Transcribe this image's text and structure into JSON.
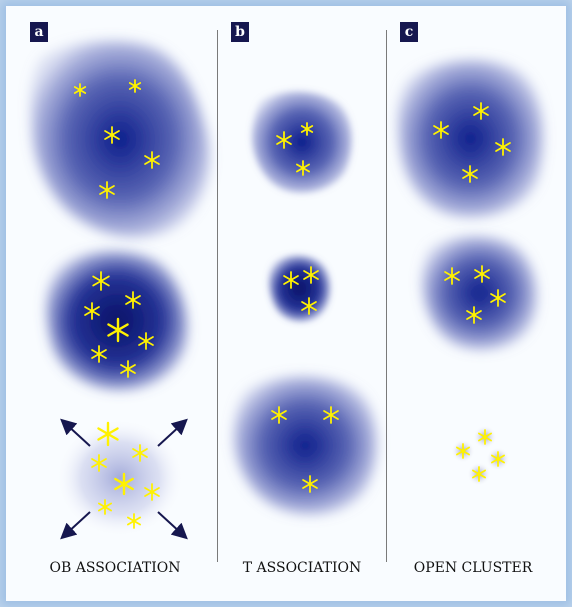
{
  "panels": [
    {
      "letter": "a",
      "caption": "OB ASSOCIATION"
    },
    {
      "letter": "b",
      "caption": "T ASSOCIATION"
    },
    {
      "letter": "c",
      "caption": "OPEN CLUSTER"
    }
  ],
  "colors": {
    "background_glow": "#bdd4ec",
    "cloud_core": "#0a1b8a",
    "cloud_edge": "#5a66b8",
    "star": "#fff200",
    "label_box": "#16174f",
    "arrow": "#16174f"
  }
}
